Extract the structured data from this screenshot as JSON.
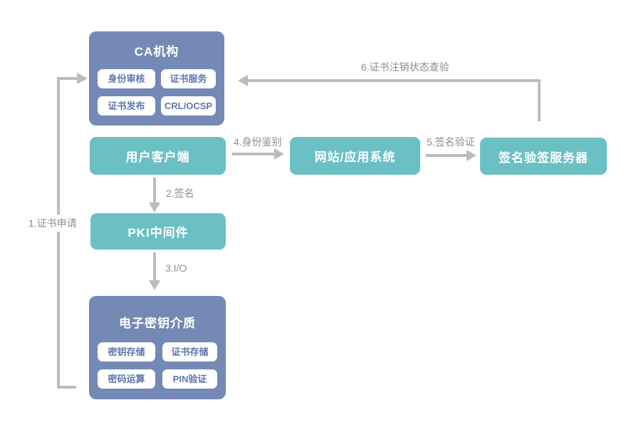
{
  "nodes": {
    "ca": {
      "title": "CA机构",
      "items": [
        "身份审核",
        "证书服务",
        "证书发布",
        "CRL/OCSP"
      ]
    },
    "client": {
      "label": "用户客户端"
    },
    "website": {
      "label": "网站/应用系统"
    },
    "sign_server": {
      "label": "签名验签服务器"
    },
    "pki_middleware": {
      "label": "PKI中间件"
    },
    "key_media": {
      "title": "电子密钥介质",
      "items": [
        "密钥存储",
        "证书存储",
        "密码运算",
        "PIN验证"
      ]
    }
  },
  "edges": [
    {
      "label": "1.证书申请",
      "from": "key_media",
      "to": "ca"
    },
    {
      "label": "2.签名",
      "from": "client",
      "to": "pki_middleware"
    },
    {
      "label": "3.I/O",
      "from": "pki_middleware",
      "to": "key_media"
    },
    {
      "label": "4.身份鉴别",
      "from": "client",
      "to": "website"
    },
    {
      "label": "5.签名验证",
      "from": "website",
      "to": "sign_server"
    },
    {
      "label": "6.证书注销状态查验",
      "from": "sign_server",
      "to": "ca"
    }
  ],
  "colors": {
    "node_blue": "#7489b5",
    "node_teal": "#6bc0c4",
    "chip_bg": "#ffffff",
    "chip_text": "#6076ac",
    "arrow": "#b9bdbd",
    "edge_label_text": "#8a8f8f",
    "background": "#ffffff"
  }
}
